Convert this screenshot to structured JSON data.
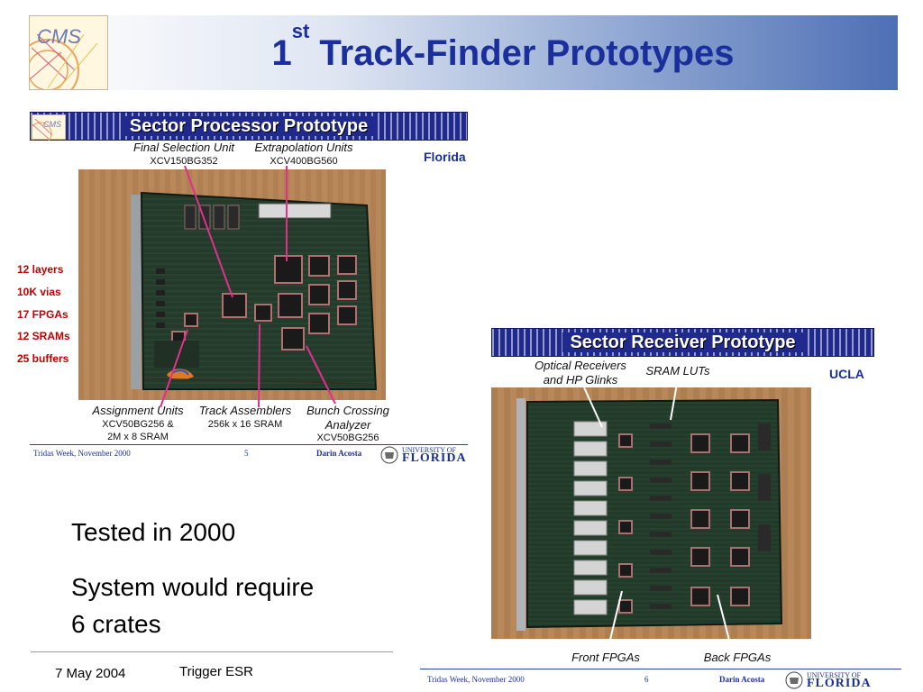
{
  "slide": {
    "title_main": "1",
    "title_sup": "st",
    "title_rest": " Track-Finder Prototypes",
    "cms_logo_text": "CMS"
  },
  "sector_processor": {
    "header": "Sector Processor Prototype",
    "site": "Florida",
    "callouts": {
      "final_selection_label": "Final Selection Unit",
      "final_selection_part": "XCV150BG352",
      "extrapolation_label": "Extrapolation Units",
      "extrapolation_part": "XCV400BG560",
      "assignment_label": "Assignment Units",
      "assignment_part_1": "XCV50BG256 &",
      "assignment_part_2": "2M x 8 SRAM",
      "track_assemblers_label": "Track Assemblers",
      "track_assemblers_part": "256k x 16 SRAM",
      "bunch_crossing_label_1": "Bunch Crossing",
      "bunch_crossing_label_2": "Analyzer",
      "bunch_crossing_part": "XCV50BG256"
    },
    "specs": [
      "12 layers",
      "10K vias",
      "17 FPGAs",
      "12 SRAMs",
      "25 buffers"
    ],
    "footer": {
      "left": "Tridas Week, November 2000",
      "page": "5",
      "author": "Darin Acosta",
      "logo_top": "UNIVERSITY OF",
      "logo_bottom": "FLORIDA"
    }
  },
  "sector_receiver": {
    "header": "Sector Receiver Prototype",
    "site": "UCLA",
    "callouts": {
      "optical_label_1": "Optical Receivers",
      "optical_label_2": "and HP Glinks",
      "sram_luts_label": "SRAM LUTs",
      "front_fpgas_label": "Front FPGAs",
      "back_fpgas_label": "Back FPGAs"
    },
    "footer": {
      "left": "Tridas Week, November 2000",
      "page": "6",
      "author": "Darin Acosta",
      "logo_top": "UNIVERSITY OF",
      "logo_bottom": "FLORIDA"
    }
  },
  "notes": {
    "line1": "Tested in 2000",
    "line2": "System would require",
    "line3": "6 crates"
  },
  "bottom_bar": {
    "date": "7 May 2004",
    "event": "Trigger ESR"
  },
  "colors": {
    "title_blue": "#1a2f9c",
    "header_navy": "#202a8c",
    "spec_red": "#c00000",
    "callout_magenta": "#e0308c",
    "pcb_green": "#1f3a2a",
    "desk_brown": "#b8875a"
  }
}
